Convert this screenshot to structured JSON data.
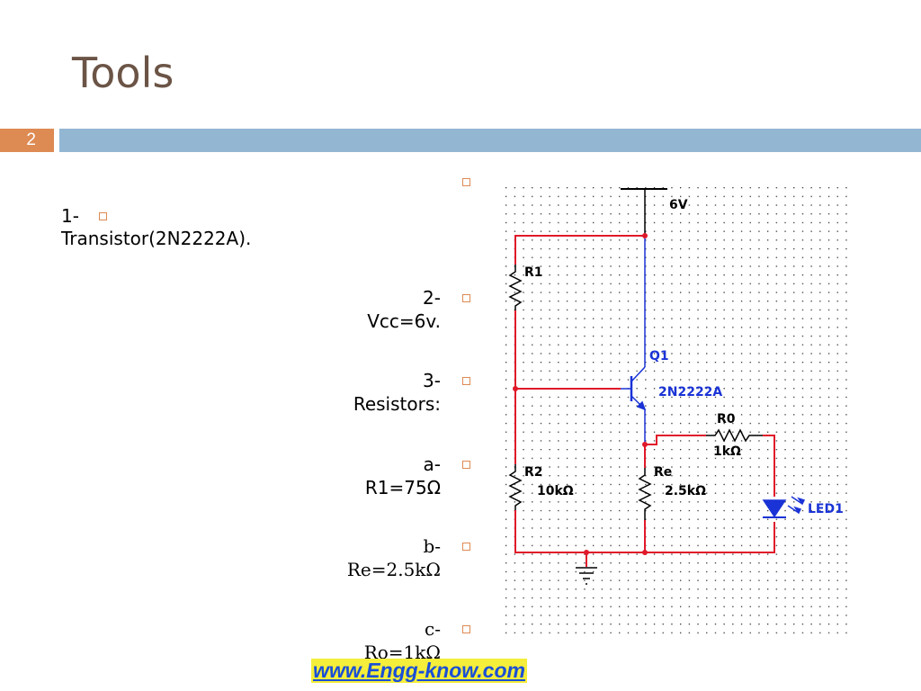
{
  "slide": {
    "title": "Tools",
    "number": "2",
    "footer_link": "www.Engg-know.com"
  },
  "items": [
    {
      "line1": "1-",
      "line2": "Transistor(2N2222A)."
    },
    {
      "line1": "2-",
      "line2": "Vcc=6v."
    },
    {
      "line1": "3-",
      "line2": "Resistors:"
    },
    {
      "line1": "a-",
      "line2": "R1=75Ω"
    },
    {
      "line1": "b-",
      "line2": "Re=2.5kΩ"
    },
    {
      "line1": "c-",
      "line2": "Ro=1kΩ"
    }
  ],
  "circuit": {
    "vcc": "6V",
    "r1": "R1",
    "q1": "Q1",
    "q1_part": "2N2222A",
    "r0": "R0",
    "r0_value": "1kΩ",
    "r2": "R2",
    "r2_value": "10kΩ",
    "re": "Re",
    "re_value": "2.5kΩ",
    "led": "LED1"
  },
  "colors": {
    "accent_orange": "#de8a53",
    "bar_blue": "#93b6d3",
    "title_brown": "#6b5446",
    "wire_red": "#e0192a",
    "component_blue": "#1a33d6"
  }
}
